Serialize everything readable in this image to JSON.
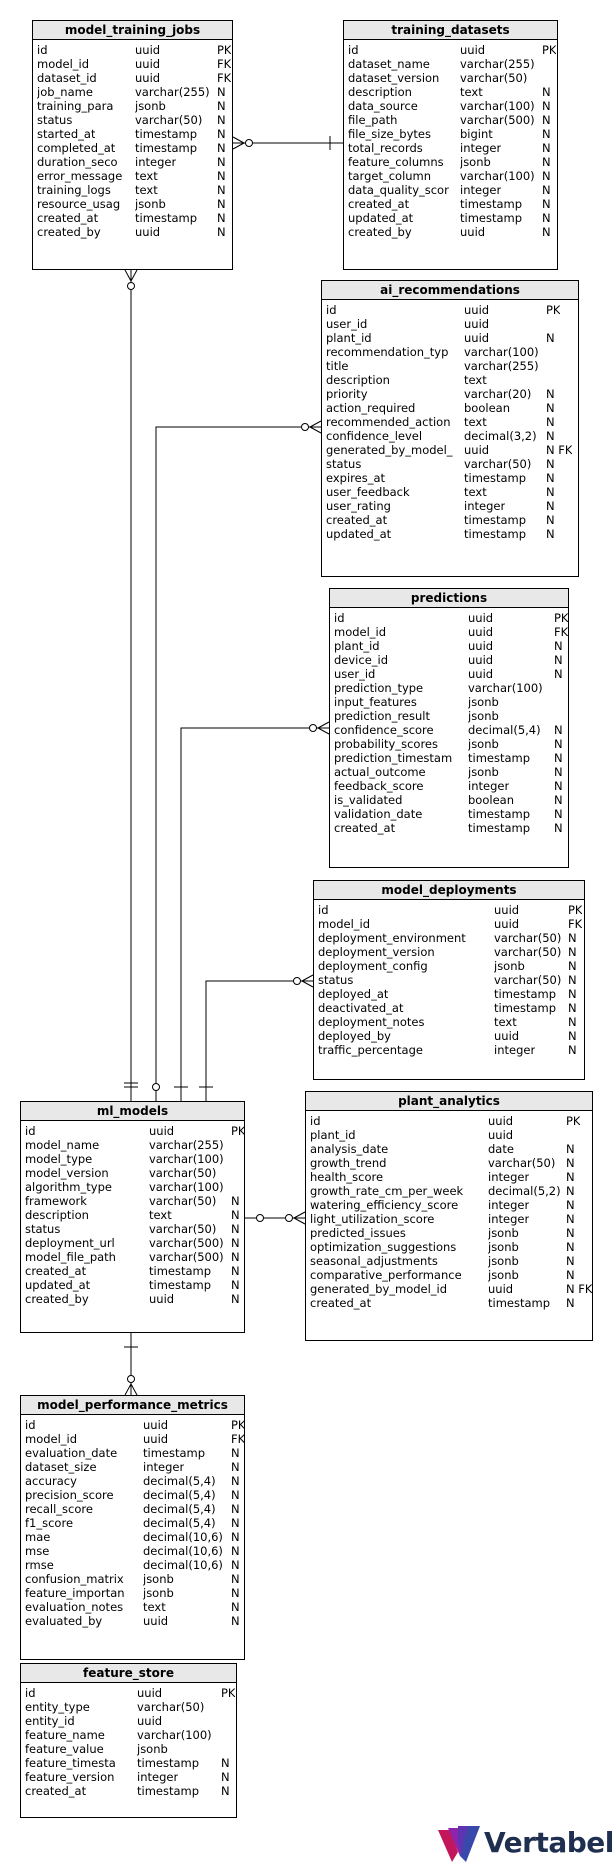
{
  "brand": {
    "name": "Vertabelo"
  },
  "tables": [
    {
      "name": "model_training_jobs",
      "columns": [
        [
          "id",
          "uuid",
          "PK"
        ],
        [
          "model_id",
          "uuid",
          "FK"
        ],
        [
          "dataset_id",
          "uuid",
          "FK"
        ],
        [
          "job_name",
          "varchar(255)",
          "N"
        ],
        [
          "training_para",
          "jsonb",
          "N"
        ],
        [
          "status",
          "varchar(50)",
          "N"
        ],
        [
          "started_at",
          "timestamp",
          "N"
        ],
        [
          "completed_at",
          "timestamp",
          "N"
        ],
        [
          "duration_seco",
          "integer",
          "N"
        ],
        [
          "error_message",
          "text",
          "N"
        ],
        [
          "training_logs",
          "text",
          "N"
        ],
        [
          "resource_usag",
          "jsonb",
          "N"
        ],
        [
          "created_at",
          "timestamp",
          "N"
        ],
        [
          "created_by",
          "uuid",
          "N"
        ]
      ]
    },
    {
      "name": "training_datasets",
      "columns": [
        [
          "id",
          "uuid",
          "PK"
        ],
        [
          "dataset_name",
          "varchar(255)",
          ""
        ],
        [
          "dataset_version",
          "varchar(50)",
          ""
        ],
        [
          "description",
          "text",
          "N"
        ],
        [
          "data_source",
          "varchar(100)",
          "N"
        ],
        [
          "file_path",
          "varchar(500)",
          "N"
        ],
        [
          "file_size_bytes",
          "bigint",
          "N"
        ],
        [
          "total_records",
          "integer",
          "N"
        ],
        [
          "feature_columns",
          "jsonb",
          "N"
        ],
        [
          "target_column",
          "varchar(100)",
          "N"
        ],
        [
          "data_quality_scor",
          "integer",
          "N"
        ],
        [
          "created_at",
          "timestamp",
          "N"
        ],
        [
          "updated_at",
          "timestamp",
          "N"
        ],
        [
          "created_by",
          "uuid",
          "N"
        ]
      ]
    },
    {
      "name": "ai_recommendations",
      "columns": [
        [
          "id",
          "uuid",
          "PK"
        ],
        [
          "user_id",
          "uuid",
          ""
        ],
        [
          "plant_id",
          "uuid",
          "N"
        ],
        [
          "recommendation_typ",
          "varchar(100)",
          ""
        ],
        [
          "title",
          "varchar(255)",
          ""
        ],
        [
          "description",
          "text",
          ""
        ],
        [
          "priority",
          "varchar(20)",
          "N"
        ],
        [
          "action_required",
          "boolean",
          "N"
        ],
        [
          "recommended_action",
          "text",
          "N"
        ],
        [
          "confidence_level",
          "decimal(3,2)",
          "N"
        ],
        [
          "generated_by_model_",
          "uuid",
          "N FK"
        ],
        [
          "status",
          "varchar(50)",
          "N"
        ],
        [
          "expires_at",
          "timestamp",
          "N"
        ],
        [
          "user_feedback",
          "text",
          "N"
        ],
        [
          "user_rating",
          "integer",
          "N"
        ],
        [
          "created_at",
          "timestamp",
          "N"
        ],
        [
          "updated_at",
          "timestamp",
          "N"
        ]
      ]
    },
    {
      "name": "predictions",
      "columns": [
        [
          "id",
          "uuid",
          "PK"
        ],
        [
          "model_id",
          "uuid",
          "FK"
        ],
        [
          "plant_id",
          "uuid",
          "N"
        ],
        [
          "device_id",
          "uuid",
          "N"
        ],
        [
          "user_id",
          "uuid",
          "N"
        ],
        [
          "prediction_type",
          "varchar(100)",
          ""
        ],
        [
          "input_features",
          "jsonb",
          ""
        ],
        [
          "prediction_result",
          "jsonb",
          ""
        ],
        [
          "confidence_score",
          "decimal(5,4)",
          "N"
        ],
        [
          "probability_scores",
          "jsonb",
          "N"
        ],
        [
          "prediction_timestam",
          "timestamp",
          "N"
        ],
        [
          "actual_outcome",
          "jsonb",
          "N"
        ],
        [
          "feedback_score",
          "integer",
          "N"
        ],
        [
          "is_validated",
          "boolean",
          "N"
        ],
        [
          "validation_date",
          "timestamp",
          "N"
        ],
        [
          "created_at",
          "timestamp",
          "N"
        ]
      ]
    },
    {
      "name": "model_deployments",
      "columns": [
        [
          "id",
          "uuid",
          "PK"
        ],
        [
          "model_id",
          "uuid",
          "FK"
        ],
        [
          "deployment_environment",
          "varchar(50)",
          "N"
        ],
        [
          "deployment_version",
          "varchar(50)",
          "N"
        ],
        [
          "deployment_config",
          "jsonb",
          "N"
        ],
        [
          "status",
          "varchar(50)",
          "N"
        ],
        [
          "deployed_at",
          "timestamp",
          "N"
        ],
        [
          "deactivated_at",
          "timestamp",
          "N"
        ],
        [
          "deployment_notes",
          "text",
          "N"
        ],
        [
          "deployed_by",
          "uuid",
          "N"
        ],
        [
          "traffic_percentage",
          "integer",
          "N"
        ]
      ]
    },
    {
      "name": "ml_models",
      "columns": [
        [
          "id",
          "uuid",
          "PK"
        ],
        [
          "model_name",
          "varchar(255)",
          ""
        ],
        [
          "model_type",
          "varchar(100)",
          ""
        ],
        [
          "model_version",
          "varchar(50)",
          ""
        ],
        [
          "algorithm_type",
          "varchar(100)",
          ""
        ],
        [
          "framework",
          "varchar(50)",
          "N"
        ],
        [
          "description",
          "text",
          "N"
        ],
        [
          "status",
          "varchar(50)",
          "N"
        ],
        [
          "deployment_url",
          "varchar(500)",
          "N"
        ],
        [
          "model_file_path",
          "varchar(500)",
          "N"
        ],
        [
          "created_at",
          "timestamp",
          "N"
        ],
        [
          "updated_at",
          "timestamp",
          "N"
        ],
        [
          "created_by",
          "uuid",
          "N"
        ]
      ]
    },
    {
      "name": "plant_analytics",
      "columns": [
        [
          "id",
          "uuid",
          "PK"
        ],
        [
          "plant_id",
          "uuid",
          ""
        ],
        [
          "analysis_date",
          "date",
          "N"
        ],
        [
          "growth_trend",
          "varchar(50)",
          "N"
        ],
        [
          "health_score",
          "integer",
          "N"
        ],
        [
          "growth_rate_cm_per_week",
          "decimal(5,2)",
          "N"
        ],
        [
          "watering_efficiency_score",
          "integer",
          "N"
        ],
        [
          "light_utilization_score",
          "integer",
          "N"
        ],
        [
          "predicted_issues",
          "jsonb",
          "N"
        ],
        [
          "optimization_suggestions",
          "jsonb",
          "N"
        ],
        [
          "seasonal_adjustments",
          "jsonb",
          "N"
        ],
        [
          "comparative_performance",
          "jsonb",
          "N"
        ],
        [
          "generated_by_model_id",
          "uuid",
          "N FK"
        ],
        [
          "created_at",
          "timestamp",
          "N"
        ]
      ]
    },
    {
      "name": "model_performance_metrics",
      "columns": [
        [
          "id",
          "uuid",
          "PK"
        ],
        [
          "model_id",
          "uuid",
          "FK"
        ],
        [
          "evaluation_date",
          "timestamp",
          "N"
        ],
        [
          "dataset_size",
          "integer",
          "N"
        ],
        [
          "accuracy",
          "decimal(5,4)",
          "N"
        ],
        [
          "precision_score",
          "decimal(5,4)",
          "N"
        ],
        [
          "recall_score",
          "decimal(5,4)",
          "N"
        ],
        [
          "f1_score",
          "decimal(5,4)",
          "N"
        ],
        [
          "mae",
          "decimal(10,6)",
          "N"
        ],
        [
          "mse",
          "decimal(10,6)",
          "N"
        ],
        [
          "rmse",
          "decimal(10,6)",
          "N"
        ],
        [
          "confusion_matrix",
          "jsonb",
          "N"
        ],
        [
          "feature_importan",
          "jsonb",
          "N"
        ],
        [
          "evaluation_notes",
          "text",
          "N"
        ],
        [
          "evaluated_by",
          "uuid",
          "N"
        ]
      ]
    },
    {
      "name": "feature_store",
      "columns": [
        [
          "id",
          "uuid",
          "PK"
        ],
        [
          "entity_type",
          "varchar(50)",
          ""
        ],
        [
          "entity_id",
          "uuid",
          ""
        ],
        [
          "feature_name",
          "varchar(100)",
          ""
        ],
        [
          "feature_value",
          "jsonb",
          ""
        ],
        [
          "feature_timesta",
          "timestamp",
          "N"
        ],
        [
          "feature_version",
          "integer",
          "N"
        ],
        [
          "created_at",
          "timestamp",
          "N"
        ]
      ]
    }
  ]
}
